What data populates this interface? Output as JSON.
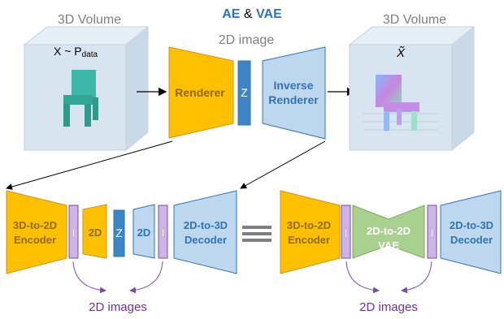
{
  "title": {
    "ae": "AE",
    "amp": " & ",
    "vae": "VAE"
  },
  "top": {
    "left_volume_label": "3D Volume",
    "left_volume_expr": "X ~ P",
    "left_volume_sub": "data",
    "image_label": "2D image",
    "renderer": "Renderer",
    "latent": "Z",
    "inverse_line1": "Inverse",
    "inverse_line2": "Renderer",
    "right_volume_label": "3D Volume",
    "right_volume_expr": "X̃"
  },
  "bottom_left": {
    "encoder_line1": "3D-to-2D",
    "encoder_line2": "Encoder",
    "image_slot_1": "I",
    "enc2d": "2D",
    "latent": "Z",
    "dec2d": "2D",
    "image_slot_2": "I",
    "decoder_line1": "2D-to-3D",
    "decoder_line2": "Decoder",
    "caption": "2D images"
  },
  "bottom_right": {
    "encoder_line1": "3D-to-2D",
    "encoder_line2": "Encoder",
    "image_slot_1": "I",
    "vae_line1": "2D-to-2D",
    "vae_line2": "VAE",
    "image_slot_2": "I",
    "decoder_line1": "2D-to-3D",
    "decoder_line2": "Decoder",
    "caption": "2D images"
  },
  "colors": {
    "orange": "#FFC000",
    "orange_stroke": "#C8951A",
    "light_blue": "#BDD7EE",
    "blue_stroke": "#2E75B6",
    "latent_blue": "#3D85C6",
    "purple": "#CDB4E6",
    "purple_stroke": "#7B4BA8",
    "green": "#A9D18E",
    "teal": "#3BB8A8",
    "title_blue": "#2E75B6",
    "caption_purple": "#7030A0",
    "gray_text": "#7F7F7F"
  }
}
